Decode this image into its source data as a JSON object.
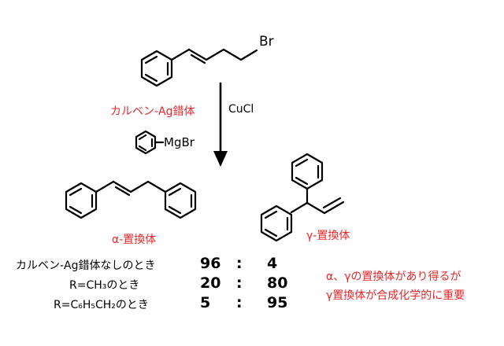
{
  "reactant": {
    "leaving_group": "Br"
  },
  "reagents": {
    "catalyst": "カルベン-Ag錯体",
    "additive": "CuCl",
    "grignard": "MgBr"
  },
  "products": {
    "alpha_label": "α-置換体",
    "gamma_label": "γ-置換体"
  },
  "results": {
    "rows": [
      {
        "condition": "カルベン-Ag錯体なしのとき",
        "alpha": "96",
        "sep": ":",
        "gamma": "4"
      },
      {
        "condition": "R=CH₃のとき",
        "alpha": "20",
        "sep": ":",
        "gamma": "80"
      },
      {
        "condition": "R=C₆H₅CH₂のとき",
        "alpha": "5",
        "sep": ":",
        "gamma": "95"
      }
    ]
  },
  "note": {
    "line1": "α、γの置換体があり得るが",
    "line2": "γ置換体が合成化学的に重要"
  },
  "colors": {
    "accent": "#e8262a",
    "ink": "#000000"
  }
}
